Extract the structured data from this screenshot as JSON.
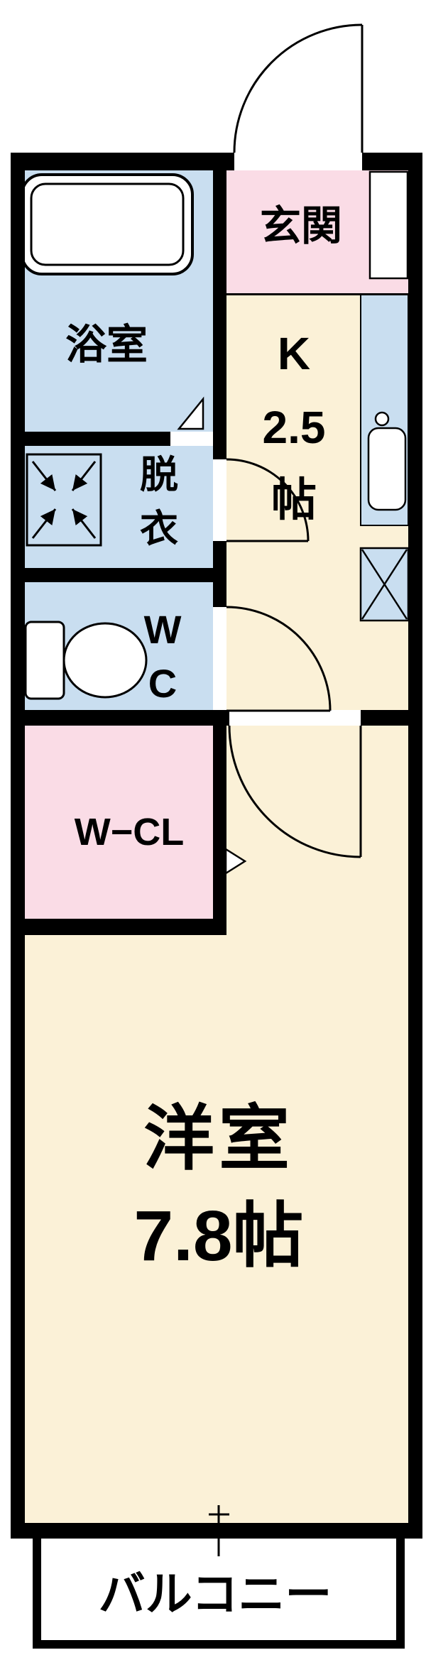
{
  "labels": {
    "genkan": "玄関",
    "bathroom": "浴室",
    "kitchen_k": "K",
    "kitchen_size": "2.5",
    "kitchen_unit": "帖",
    "dressing_top": "脱",
    "dressing_bottom": "衣",
    "wc_top": "W",
    "wc_bottom": "C",
    "wcl": "W−CL",
    "western_room": "洋室",
    "western_room_size": "7.8帖",
    "balcony": "バルコニー"
  },
  "colors": {
    "wall": "#000000",
    "cream": "#FBF1D7",
    "wet_blue": "#C9DEF0",
    "pink": "#FADCE6",
    "white": "#FFFFFF"
  }
}
